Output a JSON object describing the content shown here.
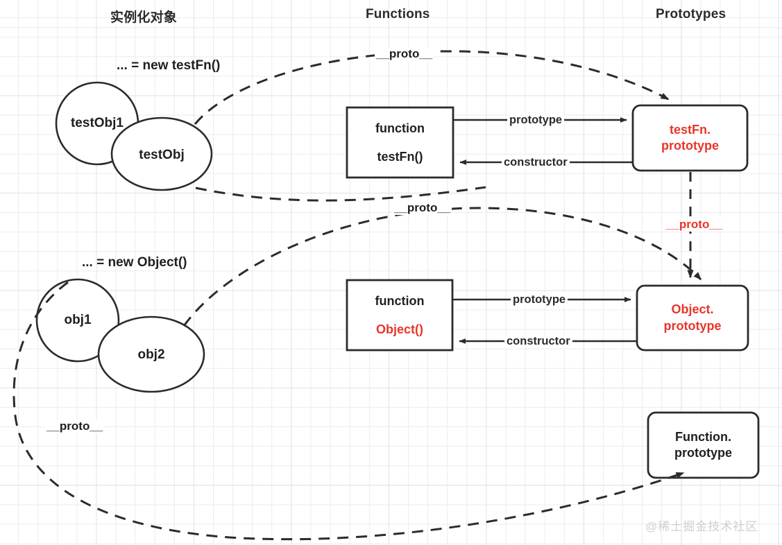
{
  "diagram": {
    "title": "JavaScript prototype chain diagram",
    "columns": [
      {
        "id": "instances",
        "label": "实例化对象"
      },
      {
        "id": "functions",
        "label": "Functions"
      },
      {
        "id": "prototypes",
        "label": "Prototypes"
      }
    ],
    "colors": {
      "red": "#e8352a",
      "ink": "#2b2b2b",
      "grid": "#e9ecf1",
      "watermark": "#cfcfcf"
    },
    "instance_groups": [
      {
        "id": "testfn-instances",
        "caption": "... = new testFn()",
        "shapes": [
          {
            "id": "testObj1",
            "label": "testObj1",
            "shape": "circle"
          },
          {
            "id": "testObj",
            "label": "testObj",
            "shape": "ellipse"
          }
        ]
      },
      {
        "id": "object-instances",
        "caption": "... = new Object()",
        "shapes": [
          {
            "id": "obj1",
            "label": "obj1",
            "shape": "circle"
          },
          {
            "id": "obj2",
            "label": "obj2",
            "shape": "ellipse"
          }
        ]
      }
    ],
    "function_boxes": [
      {
        "id": "testfn-function",
        "line1": "function",
        "line2": "testFn()",
        "line1_color": "black",
        "line2_color": "black",
        "corner": "square"
      },
      {
        "id": "object-function",
        "line1": "function",
        "line2": "Object()",
        "line1_color": "black",
        "line2_color": "red",
        "corner": "square"
      }
    ],
    "prototype_boxes": [
      {
        "id": "testfn-prototype",
        "line1": "testFn.",
        "line2": "prototype",
        "color": "red",
        "corner": "rounded"
      },
      {
        "id": "object-prototype",
        "line1": "Object.",
        "line2": "prototype",
        "color": "red",
        "corner": "rounded"
      },
      {
        "id": "function-prototype",
        "line1": "Function.",
        "line2": "prototype",
        "color": "black",
        "corner": "rounded"
      }
    ],
    "edge_labels": {
      "prototype_top": "prototype",
      "constructor_top": "constructor",
      "prototype_bottom": "prototype",
      "constructor_bottom": "constructor"
    },
    "proto_links": [
      {
        "id": "testobj-to-testfn-prototype",
        "label": "__proto__",
        "color": "black",
        "style": "dashed"
      },
      {
        "id": "obj2-to-object-prototype",
        "label": "__proto__",
        "color": "black",
        "style": "dashed"
      },
      {
        "id": "testfn-prototype-to-object-prototype",
        "label": "__proto__",
        "color": "red",
        "style": "dashed"
      },
      {
        "id": "obj1-to-function-prototype",
        "label": "__proto__",
        "color": "black",
        "style": "dashed"
      }
    ],
    "watermark": "@稀土掘金技术社区"
  }
}
